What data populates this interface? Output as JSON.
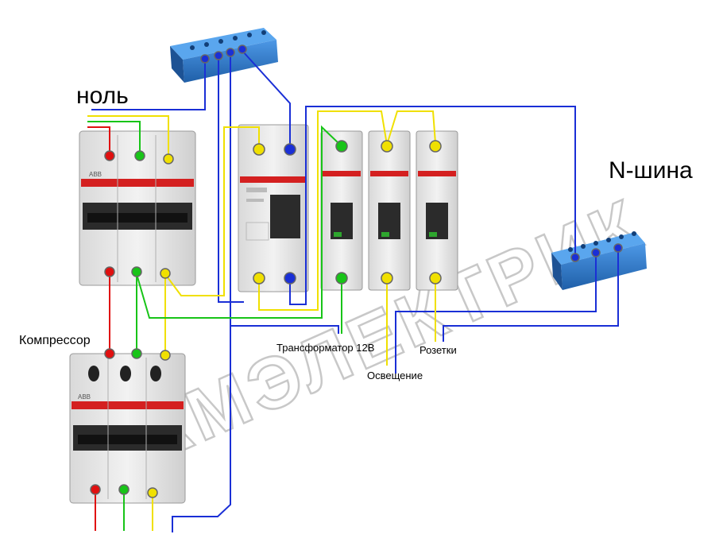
{
  "labels": {
    "nol": "ноль",
    "n_shina": "N-шина",
    "kompressor": "Компрессор",
    "transformator": "Трансформатор 12В",
    "osveshchenie": "Освещение",
    "rozetki": "Розетки"
  },
  "breaker_brand": "ABB",
  "watermark": "САМЭЛЕКТРИК",
  "colors": {
    "neutral": "#1a2fd6",
    "phase_red": "#e01010",
    "phase_green": "#18c418",
    "phase_yellow": "#f0e000",
    "busbar": "#2f78c8",
    "breaker_body": "#e6e6e6",
    "breaker_stripe": "#d42020"
  }
}
